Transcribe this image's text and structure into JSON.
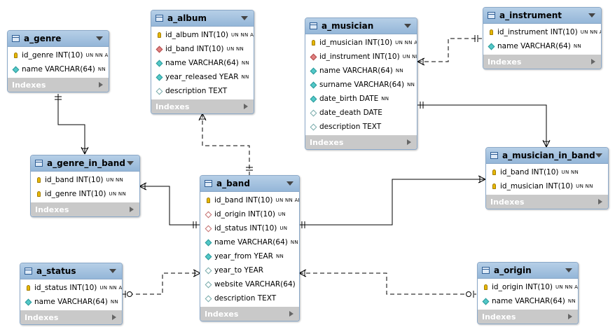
{
  "tables": [
    {
      "name": "a_genre",
      "cols": [
        {
          "icon": "key",
          "text": "id_genre INT(10)",
          "flags": "UN NN AI"
        },
        {
          "icon": "cyan",
          "text": "name VARCHAR(64)",
          "flags": "NN"
        }
      ],
      "indexes": "Indexes"
    },
    {
      "name": "a_album",
      "cols": [
        {
          "icon": "key",
          "text": "id_album INT(10)",
          "flags": "UN NN AI"
        },
        {
          "icon": "red",
          "text": "id_band INT(10)",
          "flags": "UN NN"
        },
        {
          "icon": "cyan",
          "text": "name VARCHAR(64)",
          "flags": "NN"
        },
        {
          "icon": "cyan",
          "text": "year_released YEAR",
          "flags": "NN"
        },
        {
          "icon": "white",
          "text": "description TEXT",
          "flags": ""
        }
      ],
      "indexes": "Indexes"
    },
    {
      "name": "a_musician",
      "cols": [
        {
          "icon": "key",
          "text": "id_musician INT(10)",
          "flags": "UN NN AI"
        },
        {
          "icon": "red",
          "text": "id_instrument INT(10)",
          "flags": "UN NN"
        },
        {
          "icon": "cyan",
          "text": "name VARCHAR(64)",
          "flags": "NN"
        },
        {
          "icon": "cyan",
          "text": "surname VARCHAR(64)",
          "flags": "NN"
        },
        {
          "icon": "cyan",
          "text": "date_birth DATE",
          "flags": "NN"
        },
        {
          "icon": "white",
          "text": "date_death DATE",
          "flags": ""
        },
        {
          "icon": "white",
          "text": "description TEXT",
          "flags": ""
        }
      ],
      "indexes": "Indexes"
    },
    {
      "name": "a_instrument",
      "cols": [
        {
          "icon": "key",
          "text": "id_instrument INT(10)",
          "flags": "UN NN AI"
        },
        {
          "icon": "cyan",
          "text": "name VARCHAR(64)",
          "flags": "NN"
        }
      ],
      "indexes": "Indexes"
    },
    {
      "name": "a_genre_in_band",
      "cols": [
        {
          "icon": "key",
          "text": "id_band INT(10)",
          "flags": "UN NN"
        },
        {
          "icon": "key",
          "text": "id_genre INT(10)",
          "flags": "UN NN"
        }
      ],
      "indexes": "Indexes"
    },
    {
      "name": "a_band",
      "cols": [
        {
          "icon": "key",
          "text": "id_band INT(10)",
          "flags": "UN NN AI"
        },
        {
          "icon": "redo",
          "text": "id_origin INT(10)",
          "flags": "UN"
        },
        {
          "icon": "redo",
          "text": "id_status INT(10)",
          "flags": "UN"
        },
        {
          "icon": "cyan",
          "text": "name VARCHAR(64)",
          "flags": "NN"
        },
        {
          "icon": "cyan",
          "text": "year_from YEAR",
          "flags": "NN"
        },
        {
          "icon": "white",
          "text": "year_to YEAR",
          "flags": ""
        },
        {
          "icon": "white",
          "text": "website VARCHAR(64)",
          "flags": ""
        },
        {
          "icon": "white",
          "text": "description TEXT",
          "flags": ""
        }
      ],
      "indexes": "Indexes"
    },
    {
      "name": "a_musician_in_band",
      "cols": [
        {
          "icon": "key",
          "text": "id_band INT(10)",
          "flags": "UN NN"
        },
        {
          "icon": "key",
          "text": "id_musician INT(10)",
          "flags": "UN NN"
        }
      ],
      "indexes": "Indexes"
    },
    {
      "name": "a_status",
      "cols": [
        {
          "icon": "key",
          "text": "id_status INT(10)",
          "flags": "UN NN AI"
        },
        {
          "icon": "cyan",
          "text": "name VARCHAR(64)",
          "flags": "NN"
        }
      ],
      "indexes": "Indexes"
    },
    {
      "name": "a_origin",
      "cols": [
        {
          "icon": "key",
          "text": "id_origin INT(10)",
          "flags": "UN NN AI"
        },
        {
          "icon": "cyan",
          "text": "name VARCHAR(64)",
          "flags": "NN"
        }
      ],
      "indexes": "Indexes"
    }
  ]
}
